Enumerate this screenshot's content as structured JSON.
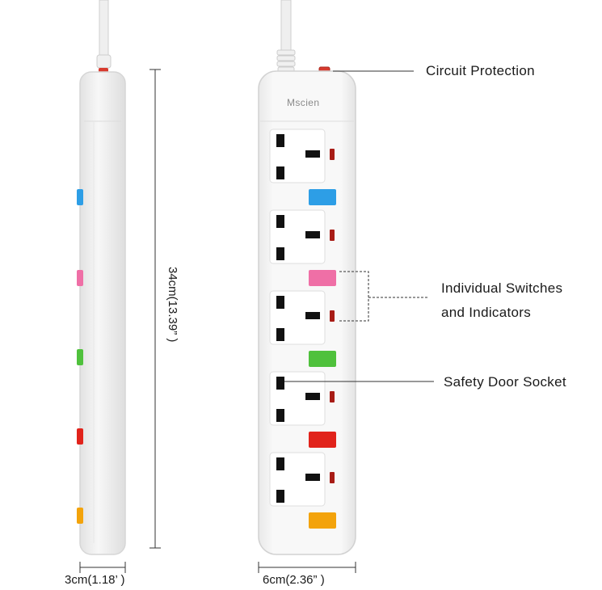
{
  "product": {
    "brand": "Mscien",
    "socket_count": 5,
    "switch_colors": [
      "#2d9ee6",
      "#ef6fa6",
      "#4fc13c",
      "#e1231b",
      "#f3a30b"
    ],
    "indicator_color": "#a81c16",
    "body_color": "#f4f4f4"
  },
  "callouts": {
    "circuit_protection": "Circuit Protection",
    "switches_line1": "Individual Switches",
    "switches_line2": "and Indicators",
    "safety_door": "Safety Door Socket"
  },
  "dimensions": {
    "length": "34cm(13.39” )",
    "depth": "3cm(1.18’ )",
    "width": "6cm(2.36” )"
  }
}
